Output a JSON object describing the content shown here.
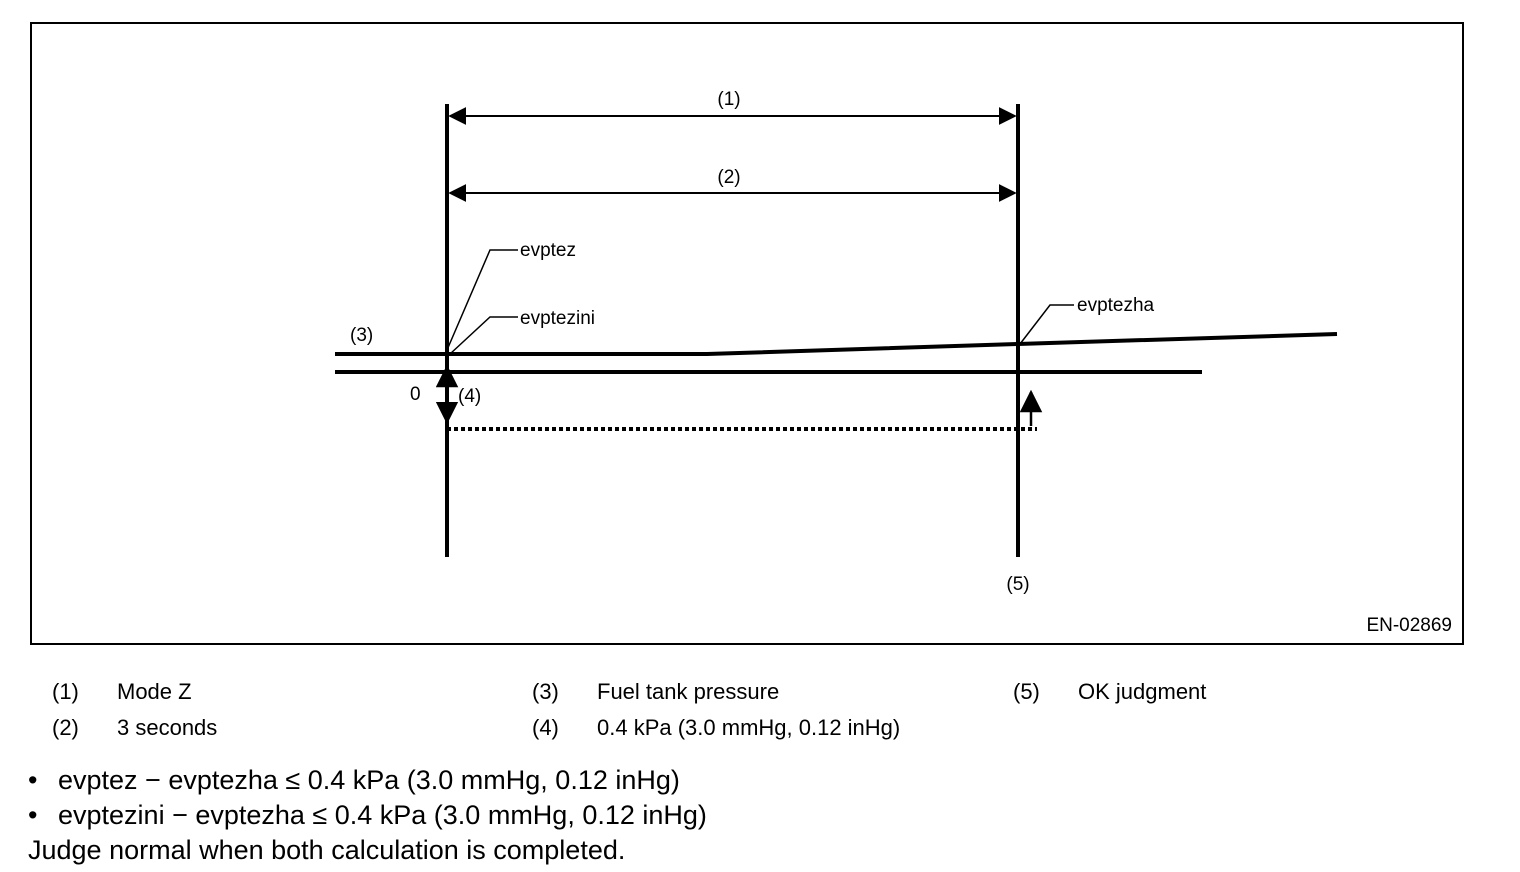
{
  "diagram": {
    "figure_code": "EN-02869",
    "callouts": {
      "mode_z": "(1)",
      "three_seconds": "(2)",
      "fuel_tank_pressure": "(3)",
      "pressure_delta": "(4)",
      "ok_judgment": "(5)",
      "zero": "0"
    },
    "signals": {
      "evptez": "evptez",
      "evptezini": "evptezini",
      "evptezha": "evptezha"
    }
  },
  "legend": [
    {
      "num": "(1)",
      "text": "Mode Z"
    },
    {
      "num": "(2)",
      "text": "3 seconds"
    },
    {
      "num": "(3)",
      "text": "Fuel tank pressure"
    },
    {
      "num": "(4)",
      "text": "0.4 kPa (3.0 mmHg, 0.12 inHg)"
    },
    {
      "num": "(5)",
      "text": "OK judgment"
    }
  ],
  "notes": {
    "bullets": [
      "evptez − evptezha ≤ 0.4 kPa (3.0 mmHg, 0.12 inHg)",
      "evptezini − evptezha ≤ 0.4 kPa (3.0 mmHg, 0.12 inHg)"
    ],
    "bullet_symbol": "•",
    "conclusion": "Judge normal when both calculation is completed."
  }
}
